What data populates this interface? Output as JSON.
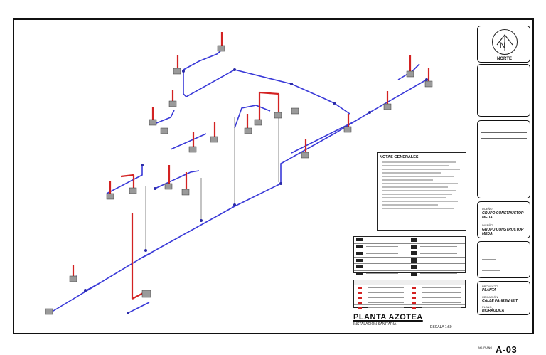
{
  "notes": {
    "title": "NOTAS GENERALES:"
  },
  "title_block": {
    "north_label": "NORTE",
    "owner_label": "DUEÑO",
    "owner_value": "GRUPO CONSTRUCTOR MEDA",
    "design_label": "DISEÑO",
    "design_value": "GRUPO CONSTRUCTOR MEDA",
    "project_label": "PROYECTO",
    "project_value": "PLANTA",
    "location_label": "UBICACIÓN",
    "location_value": "CALLE FAHRENHEIT",
    "drawing_label": "PLANO",
    "drawing_value": "HIDRÁULICA",
    "sheet_label": "NO. PLANO",
    "sheet_number": "A-03"
  },
  "plan": {
    "title": "PLANTA AZOTEA",
    "subtitle": "INSTALACIÓN SANITARIA",
    "scale": "ESCALA 1:50"
  },
  "colors": {
    "pipe_blue": "#3a3ad8",
    "riser_red": "#d32222",
    "fixture_gray": "#9a9a9a"
  }
}
